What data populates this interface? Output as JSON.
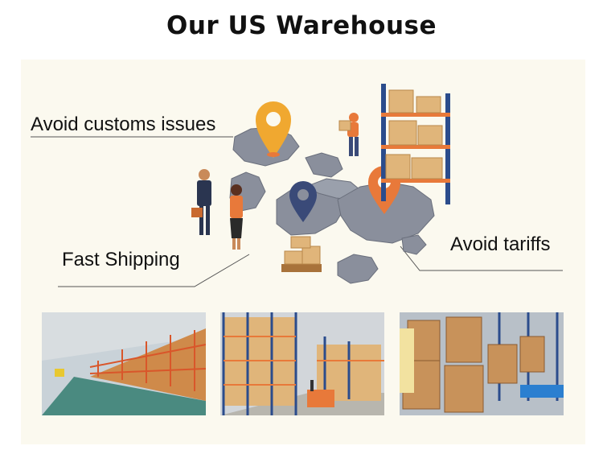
{
  "title": "Our US Warehouse",
  "labels": {
    "customs": "Avoid customs issues",
    "shipping": "Fast Shipping",
    "tariffs": "Avoid tariffs"
  },
  "photos": [
    {
      "name": "warehouse-aisle-forklift-photo"
    },
    {
      "name": "warehouse-racks-forklift-photo"
    },
    {
      "name": "warehouse-drums-photo"
    }
  ],
  "colors": {
    "map": "#8a8f9c",
    "map_dark": "#6a6f7c",
    "pin_orange": "#e8793a",
    "pin_gold": "#f0a830",
    "pin_navy": "#3a4a78",
    "rack_blue": "#2b4c8c",
    "box": "#e0b57a"
  }
}
